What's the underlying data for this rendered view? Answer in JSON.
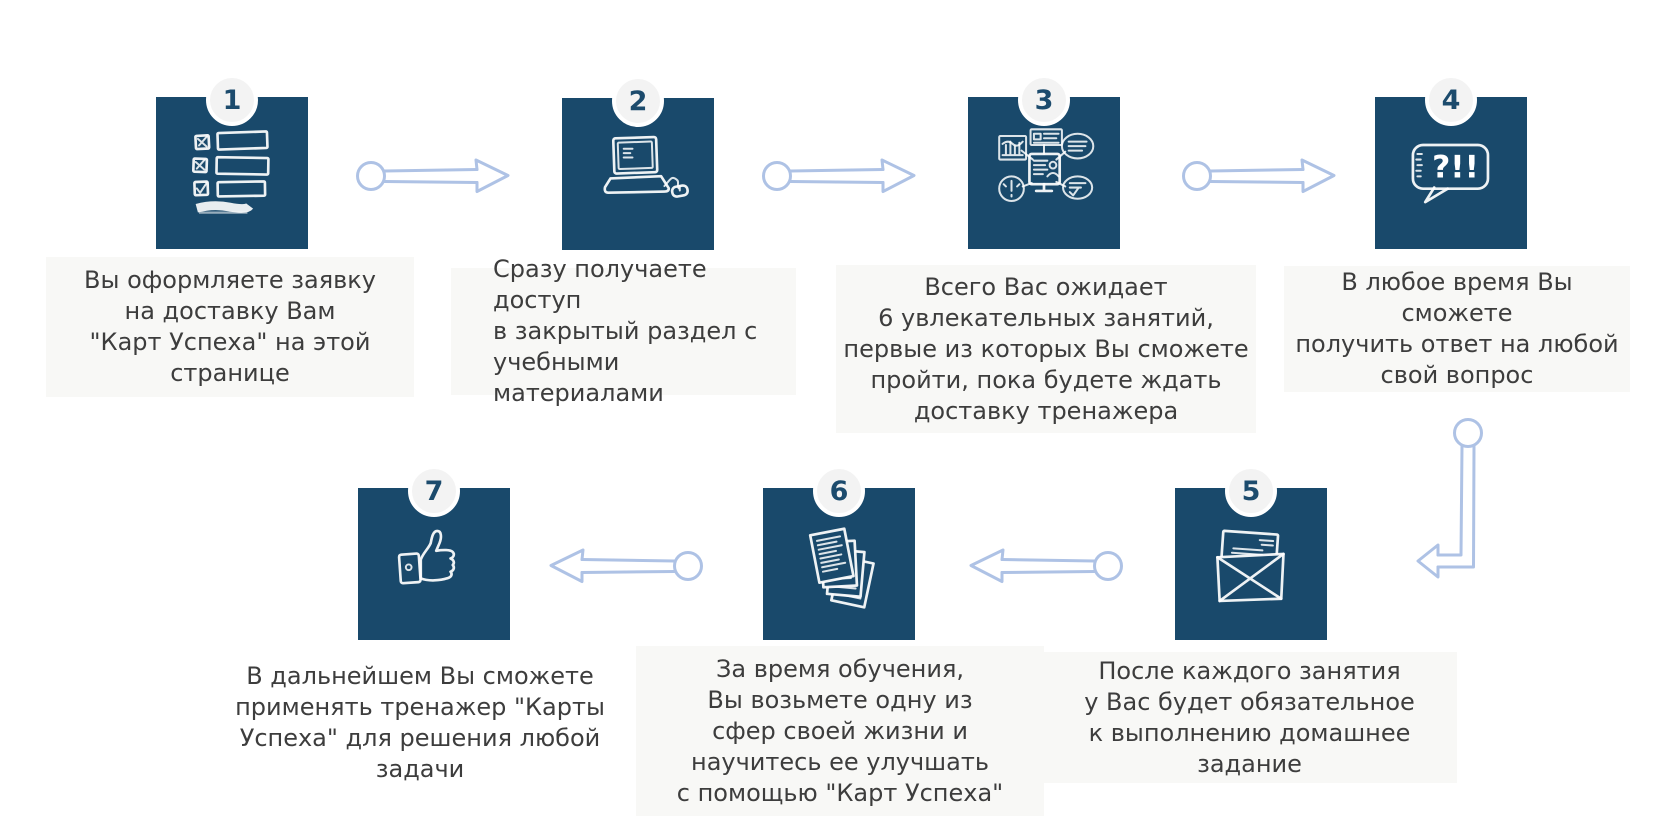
{
  "diagram": {
    "kind": "process-flow",
    "language": "ru",
    "step_count": 7
  },
  "colors": {
    "page_bg": "#ffffff",
    "square": "#19496b",
    "badge_bg": "#f3f3f3",
    "badge_number": "#1c4b6d",
    "arrow": "#aec2e5",
    "caption_text": "#3d3d3d",
    "caption_bg": "#f8f8f6",
    "icon_stroke": "#ffffff"
  },
  "icons": {
    "checklist-icon": "☑",
    "laptop-icon": "💻",
    "lessons-mindmap-icon": "🗺",
    "question-bubble-icon": "💬",
    "envelope-icon": "✉",
    "documents-stack-icon": "🗐",
    "thumbs-up-icon": "👍",
    "arrow-right-icon": "→",
    "arrow-left-icon": "←",
    "arrow-down-left-icon": "↵"
  },
  "steps": [
    {
      "number": "1",
      "icon": "checklist-icon",
      "caption": "Вы оформляете заявку\nна доставку Вам\n\"Карт Успеха\" на этой\nстранице"
    },
    {
      "number": "2",
      "icon": "laptop-icon",
      "caption": "Сразу получаете доступ\nв закрытый раздел с\nучебными материалами"
    },
    {
      "number": "3",
      "icon": "lessons-mindmap-icon",
      "caption": "Всего Вас ожидает\n6 увлекательных занятий,\nпервые из которых Вы сможете\nпройти, пока будете ждать\nдоставку тренажера"
    },
    {
      "number": "4",
      "icon": "question-bubble-icon",
      "bubble_text": "?!!",
      "caption": "В любое время Вы сможете\nполучить ответ на любой\nсвой вопрос"
    },
    {
      "number": "5",
      "icon": "envelope-icon",
      "caption": "После каждого занятия\nу Вас будет обязательное\nк выполнению домашнее\nзадание"
    },
    {
      "number": "6",
      "icon": "documents-stack-icon",
      "caption": "За время обучения,\nВы возьмете одну из\nсфер своей жизни и\nнаучитесь ее улучшать\nс помощью \"Карт Успеха\""
    },
    {
      "number": "7",
      "icon": "thumbs-up-icon",
      "caption": "В дальнейшем Вы сможете\nприменять тренажер \"Карты\nУспеха\" для решения любой\nзадачи"
    }
  ]
}
